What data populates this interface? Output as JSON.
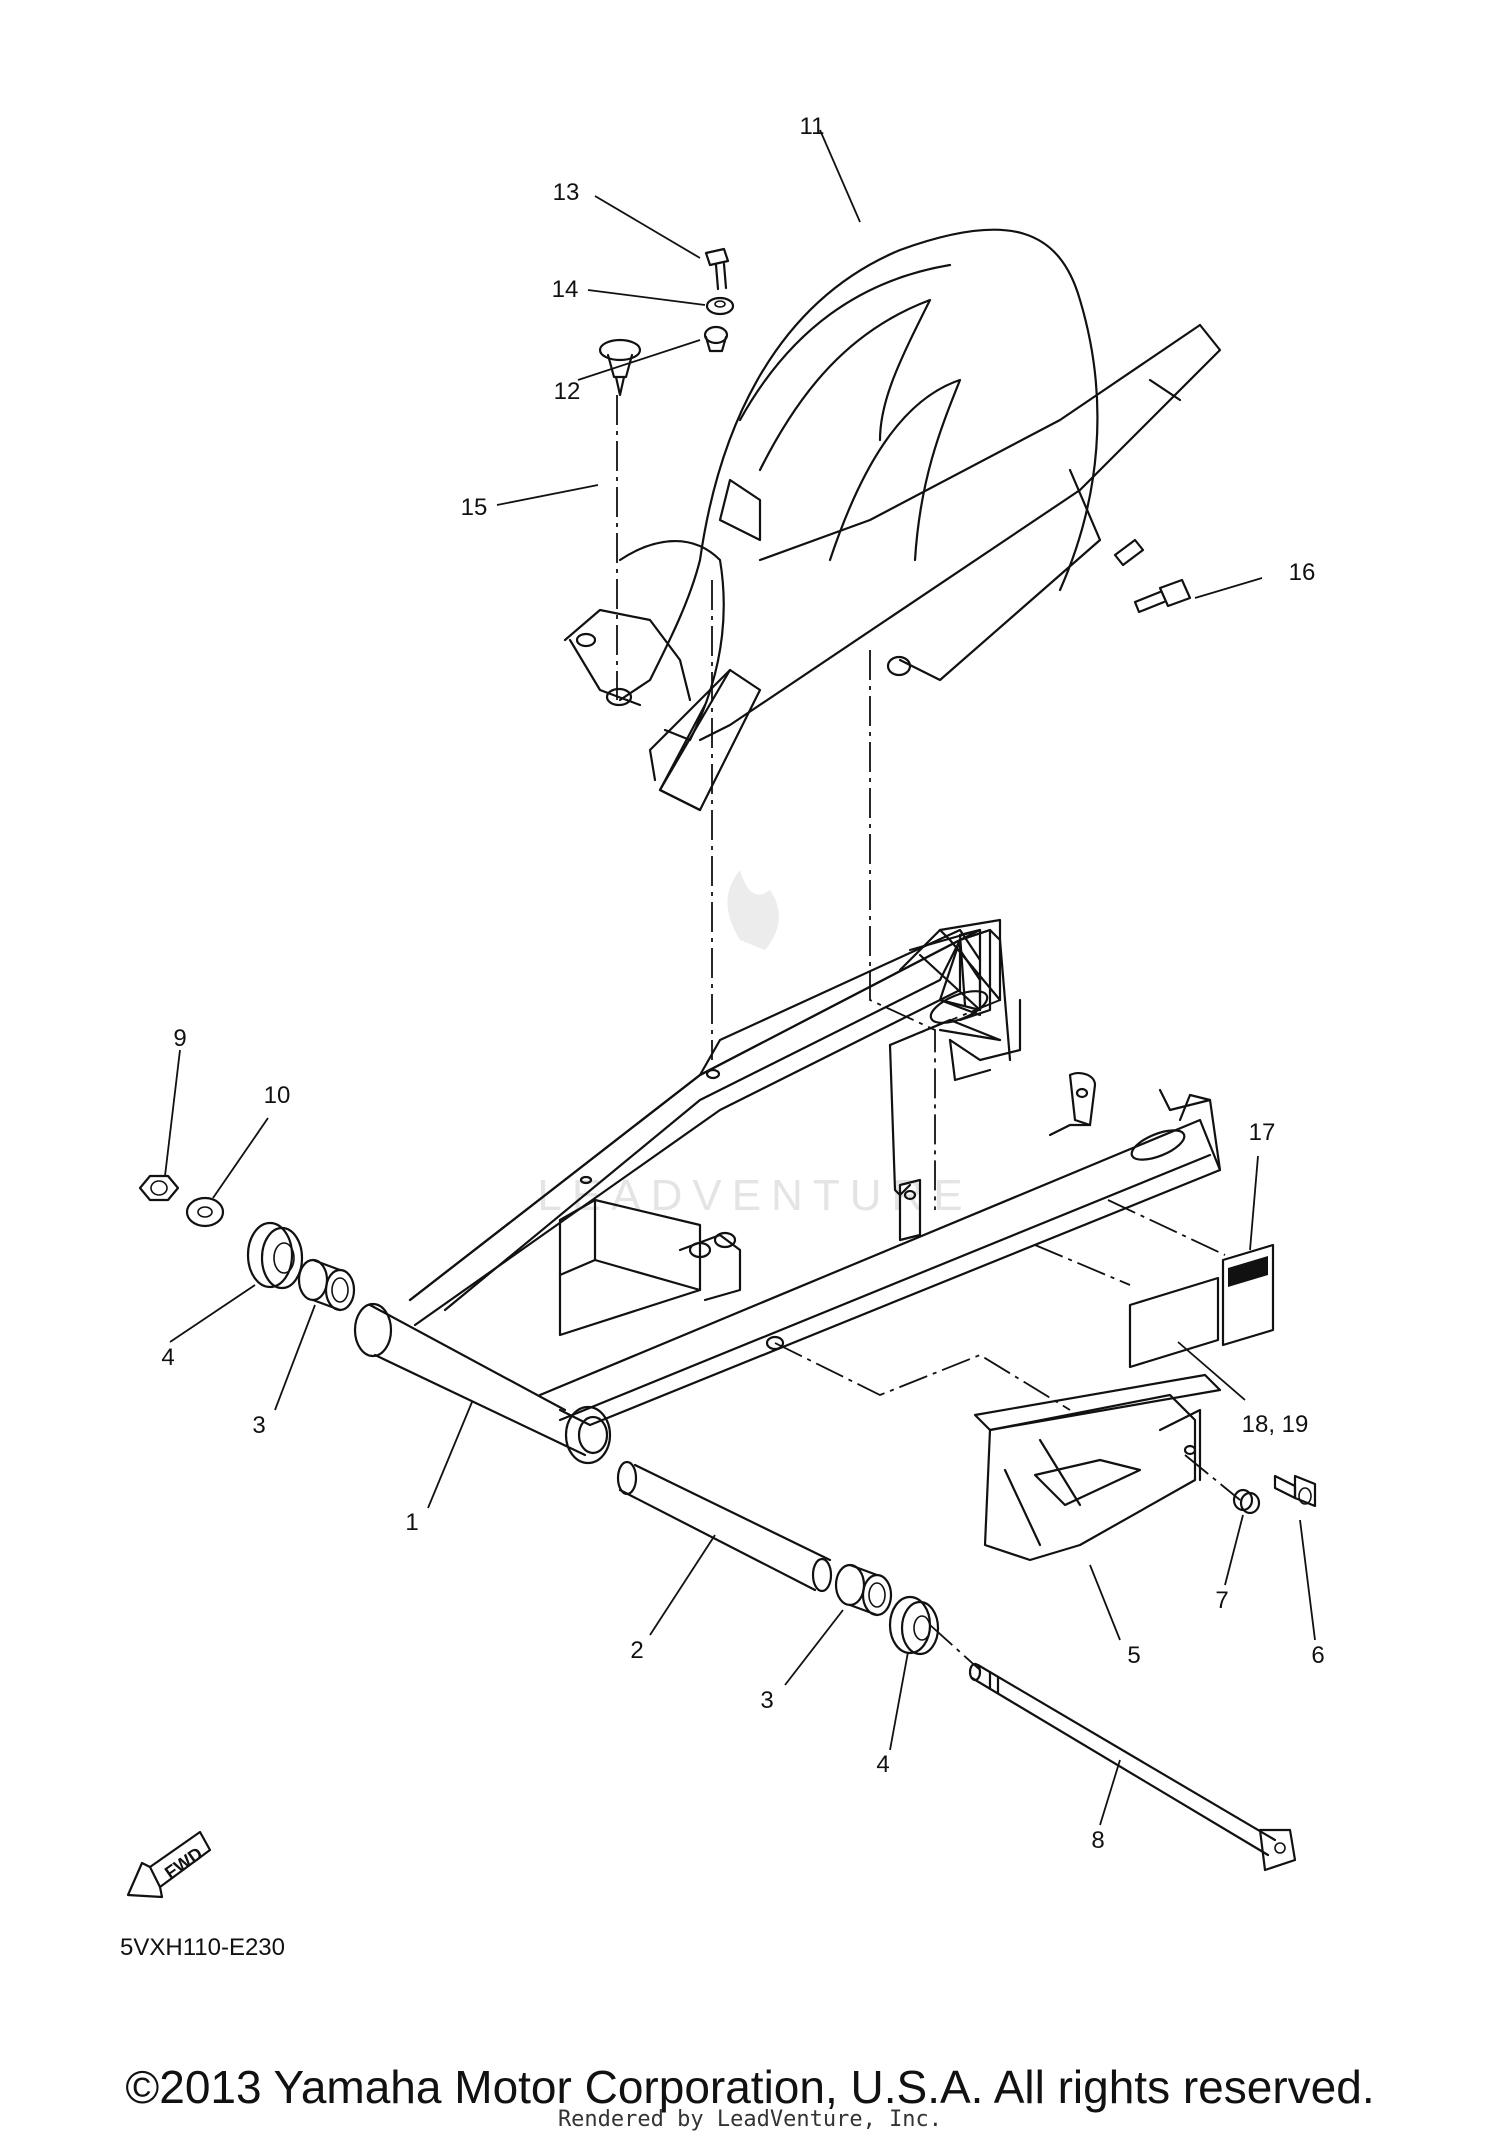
{
  "diagram": {
    "callouts": [
      "1",
      "2",
      "3",
      "3",
      "4",
      "4",
      "5",
      "6",
      "7",
      "8",
      "9",
      "10",
      "11",
      "12",
      "13",
      "14",
      "15",
      "16",
      "17",
      "18, 19"
    ],
    "fwd_label": "FWD",
    "ref_code": "5VXH110-E230",
    "watermark": "LEADVENTURE"
  },
  "footer": {
    "copyright": "©2013 Yamaha Motor Corporation, U.S.A. All rights reserved.",
    "rendered_by": "Rendered by LeadVenture, Inc."
  }
}
